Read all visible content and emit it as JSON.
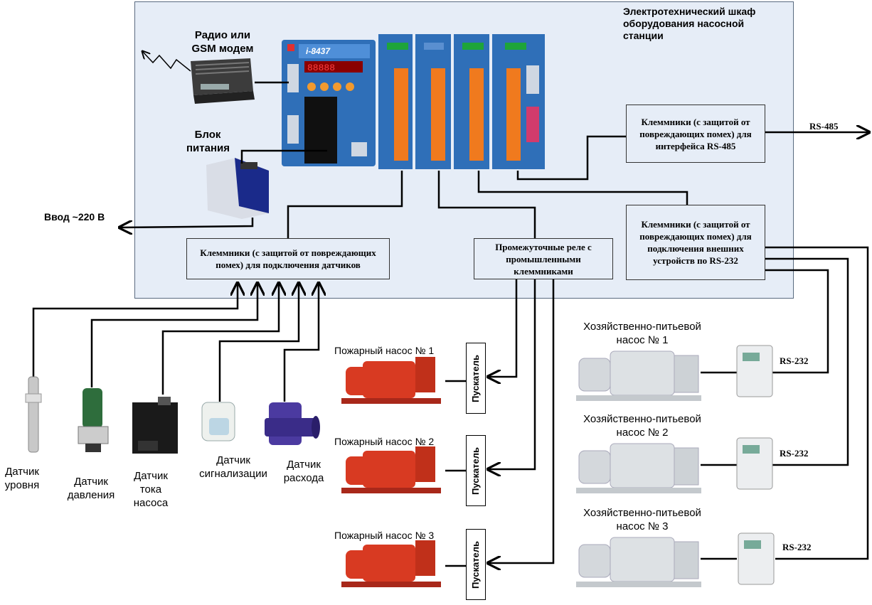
{
  "cabinet_title": "Электротехнический шкаф оборудования насосной станции",
  "modem_label": "Радио или GSM модем",
  "psu_label": "Блок питания",
  "input_label": "Ввод ~220 В",
  "controller_model": "i-8437",
  "controller_display": "88888",
  "boxes": {
    "rs485_terminals": "Клеммники (с защитой от повреждающих помех) для интерфейса RS-485",
    "rs232_terminals": "Клеммники (с защитой от повреждающих помех) для подключения внешних устройств по RS-232",
    "sensor_terminals": "Клеммники (с защитой от повреждающих помех) для подключения датчиков",
    "relays": "Промежуточные реле с промышленными клеммниками"
  },
  "rs485_label": "RS-485",
  "rs232_label": "RS-232",
  "starter_label": "Пускатель",
  "fire_pumps": [
    "Пожарный насос № 1",
    "Пожарный насос № 2",
    "Пожарный насос № 3"
  ],
  "water_pumps": [
    "Хозяйственно-питьевой насос № 1",
    "Хозяйственно-питьевой насос № 2",
    "Хозяйственно-питьевой насос № 3"
  ],
  "sensors": [
    "Датчик уровня",
    "Датчик давления",
    "Датчик тока насоса",
    "Датчик сигнализации",
    "Датчик расхода"
  ],
  "colors": {
    "cabinet": "#e6edf7",
    "module": "#2f6fb8",
    "terminal": "#f07a1e",
    "fire_pump": "#d83a22",
    "water_pump": "#cfd3d6"
  }
}
